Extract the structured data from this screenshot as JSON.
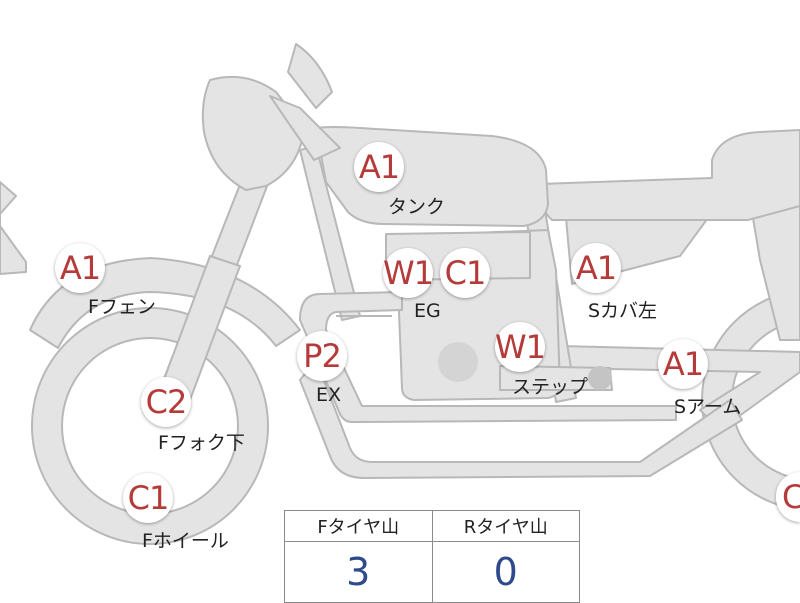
{
  "colors": {
    "badge_text": "#b53a3a",
    "value_text": "#2e4a8c",
    "body_fill": "#e4e4e4",
    "body_stroke": "#b8b8b8"
  },
  "markers": [
    {
      "id": "tank",
      "code": "A1",
      "label": "タンク"
    },
    {
      "id": "front-fender",
      "code": "A1",
      "label": "Fフェン"
    },
    {
      "id": "engine-w",
      "code": "W1",
      "label": "EG"
    },
    {
      "id": "engine-c",
      "code": "C1",
      "label": ""
    },
    {
      "id": "side-cover-left",
      "code": "A1",
      "label": "Sカバ左"
    },
    {
      "id": "exhaust",
      "code": "P2",
      "label": "EX"
    },
    {
      "id": "step",
      "code": "W1",
      "label": "ステップ"
    },
    {
      "id": "swing-arm",
      "code": "A1",
      "label": "Sアーム"
    },
    {
      "id": "front-fork-lower",
      "code": "C2",
      "label": "Fフォク下"
    },
    {
      "id": "front-wheel",
      "code": "C1",
      "label": "Fホイール"
    },
    {
      "id": "rear-wheel",
      "code": "C",
      "label": ""
    }
  ],
  "tire_table": {
    "headers": [
      "Fタイヤ山",
      "Rタイヤ山"
    ],
    "values": [
      "3",
      "0"
    ]
  }
}
